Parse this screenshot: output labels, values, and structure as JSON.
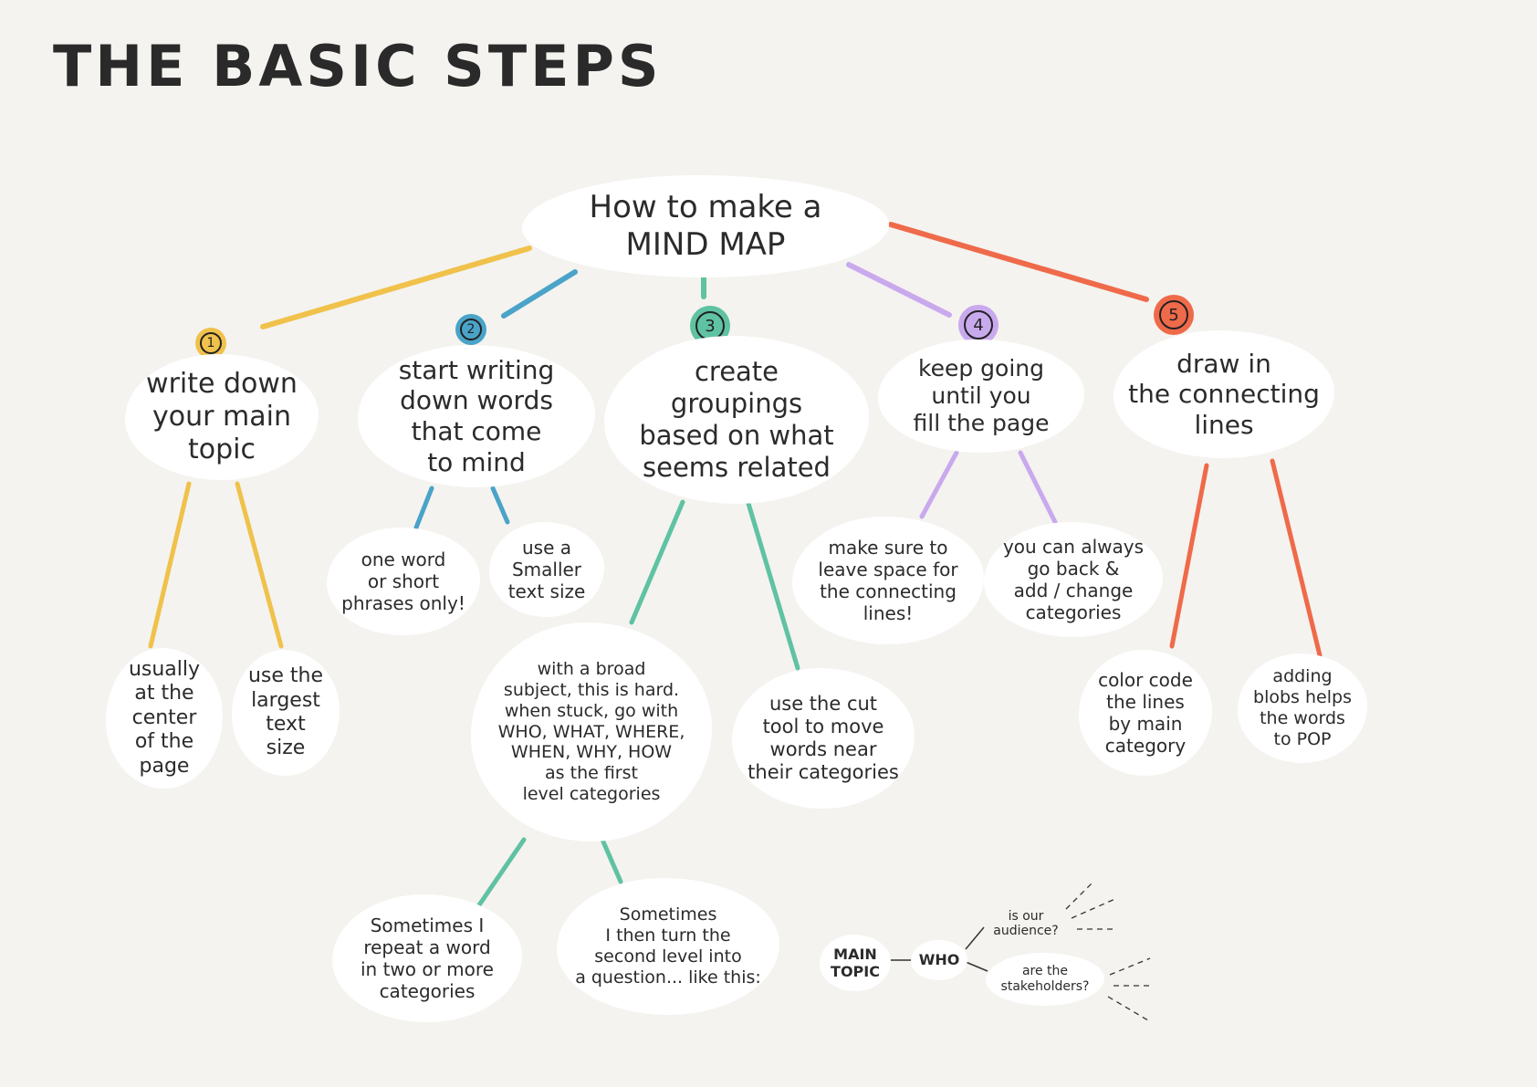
{
  "page": {
    "title": "THE BASIC STEPS"
  },
  "colors": {
    "background": "#f4f3ef",
    "step1": "#f0c14b",
    "step2": "#4aa3c8",
    "step3": "#5fc2a3",
    "step4": "#c9a9ee",
    "step5": "#ef6a4a"
  },
  "center": {
    "text": "How to make a\nMIND MAP"
  },
  "steps": [
    {
      "number": "1",
      "text": "write down\nyour main\ntopic"
    },
    {
      "number": "2",
      "text": "start writing\ndown words\nthat come\nto mind"
    },
    {
      "number": "3",
      "text": "create\ngroupings\nbased on what\nseems related"
    },
    {
      "number": "4",
      "text": "keep going\nuntil you\nfill the page"
    },
    {
      "number": "5",
      "text": "draw in\nthe connecting\nlines"
    }
  ],
  "tips": {
    "step1_a": "usually\nat the\ncenter\nof the\npage",
    "step1_b": "use the\nlargest\ntext\nsize",
    "step2_a": "one word\nor short\nphrases only!",
    "step2_b": "use a\nSmaller\ntext size",
    "step3_a": "with a broad\nsubject, this is hard.\nwhen stuck, go with\nWHO, WHAT, WHERE,\nWHEN, WHY, HOW\nas the first\nlevel categories",
    "step3_b": "use the cut\ntool to move\nwords near\ntheir categories",
    "step3_a1": "Sometimes I\nrepeat a word\nin two or more\ncategories",
    "step3_a2": "Sometimes\nI then turn the\nsecond level into\na question... like this:",
    "step4_a": "make sure to\nleave space for\nthe connecting\nlines!",
    "step4_b": "you can always\ngo back &\nadd / change\ncategories",
    "step5_a": "color code\nthe lines\nby main\ncategory",
    "step5_b": "adding\nblobs helps\nthe words\nto POP"
  },
  "example": {
    "main": "MAIN\nTOPIC",
    "who": "WHO",
    "q1": "is our\naudience?",
    "q2": "are the\nstakeholders?"
  }
}
